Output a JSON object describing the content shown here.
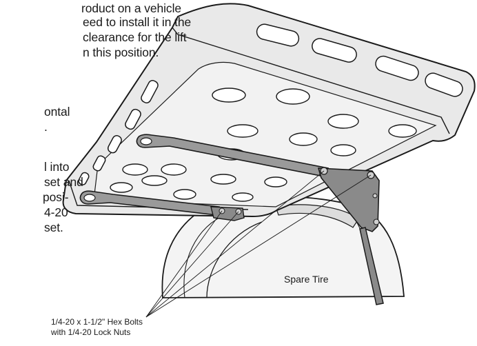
{
  "text_column": {
    "block1": [
      "roduct on a vehicle",
      "eed to install it in the",
      "clearance for the lift",
      "n this position."
    ],
    "block2": [
      "ontal",
      "."
    ],
    "block3": [
      "l into",
      "set and",
      " posi-",
      "4-20",
      "set."
    ]
  },
  "labels": {
    "spare_tire": "Spare Tire",
    "hardware_line1": "1/4-20 x 1-1/2\" Hex Bolts",
    "hardware_line2": "with 1/4-20 Lock Nuts"
  },
  "colors": {
    "ink": "#1a1a1a",
    "rack_fill": "#e9e9e9",
    "bracket_fill": "#8a8a8a",
    "tire_fill": "#f4f4f4"
  }
}
